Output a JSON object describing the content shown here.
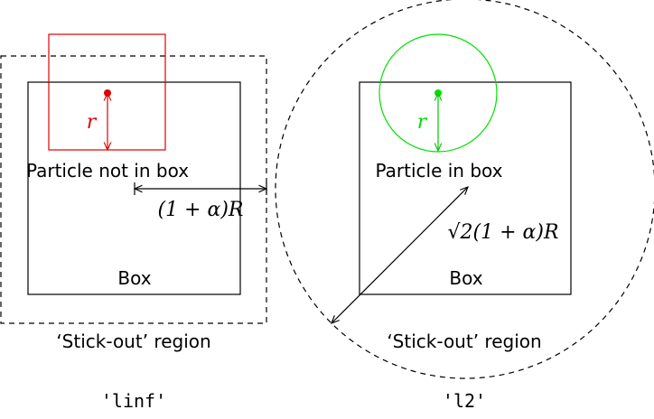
{
  "left_panel": {
    "box_label": "Box",
    "particle_label": "Particle not in box",
    "radius_label": "r",
    "distance_label": "(1 + α)R",
    "region_label": "‘Stick-out’ region",
    "caption": "'linf'",
    "particle_color": "#e00000"
  },
  "right_panel": {
    "box_label": "Box",
    "particle_label": "Particle in box",
    "radius_label": "r",
    "distance_label": "√2(1 + α)R",
    "region_label": "‘Stick-out’ region",
    "caption": "'l2'",
    "particle_color": "#00e000"
  }
}
